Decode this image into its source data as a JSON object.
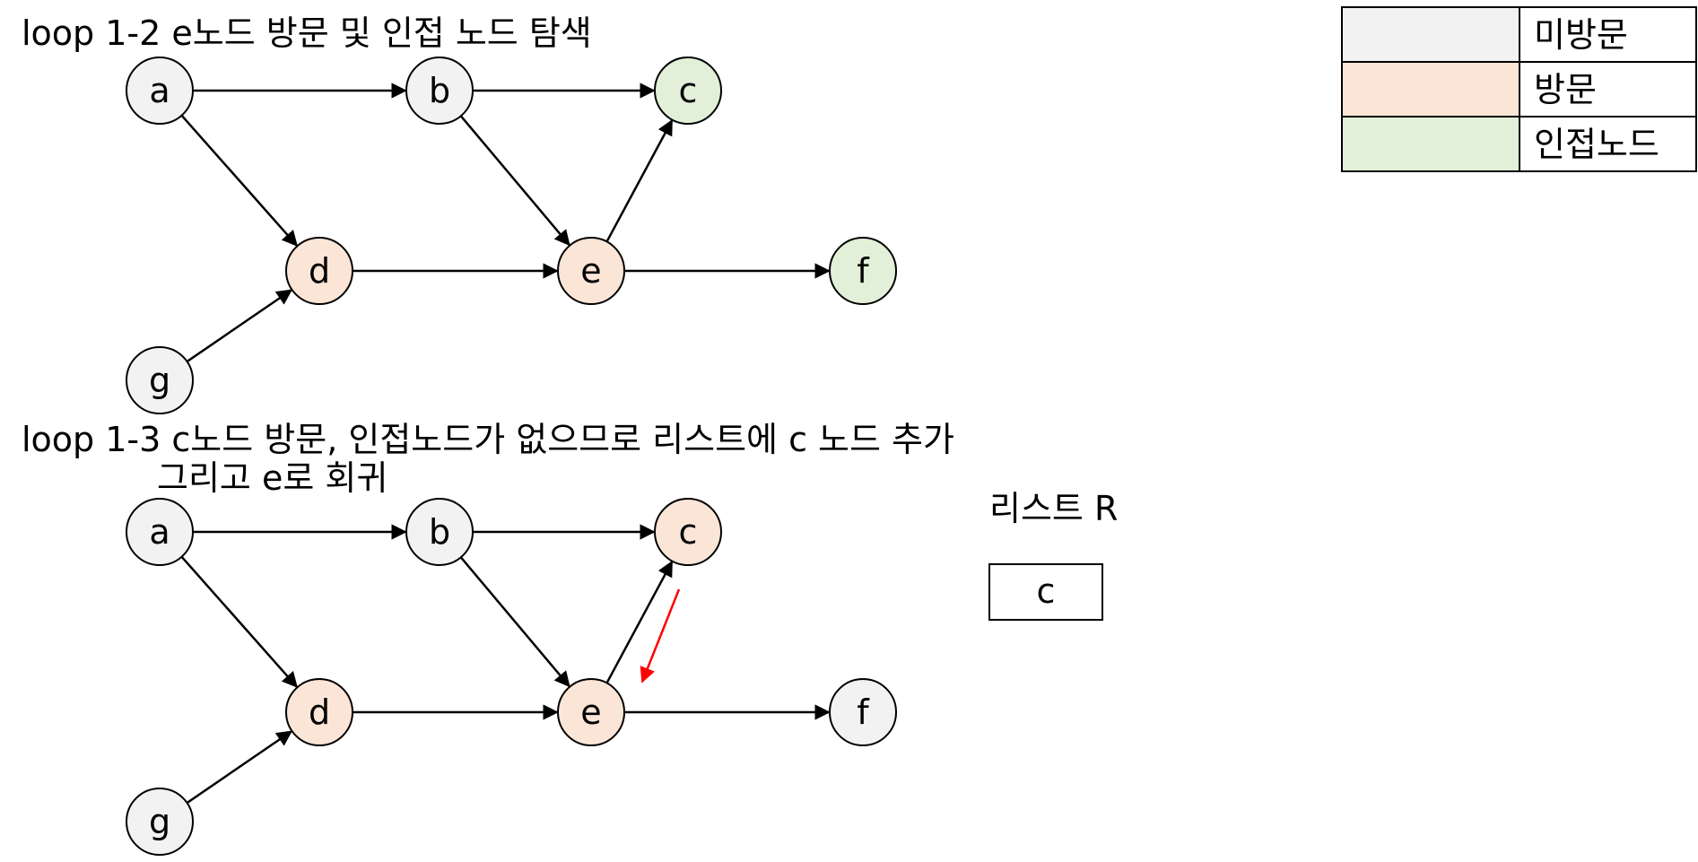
{
  "colors": {
    "unvisited": "#f2f2f2",
    "visited": "#fbe5d6",
    "adjacent": "#e2f0d9",
    "edge": "#000000",
    "return_arrow": "#ff0000"
  },
  "legend": [
    {
      "status": "unvisited",
      "label": "미방문"
    },
    {
      "status": "visited",
      "label": "방문"
    },
    {
      "status": "adjacent",
      "label": "인접노드"
    }
  ],
  "panels": [
    {
      "caption_lines": [
        "loop 1-2 e노드 방문 및 인접 노드 탐색"
      ],
      "nodes": [
        {
          "id": "a",
          "label": "a",
          "status": "unvisited"
        },
        {
          "id": "b",
          "label": "b",
          "status": "unvisited"
        },
        {
          "id": "c",
          "label": "c",
          "status": "adjacent"
        },
        {
          "id": "d",
          "label": "d",
          "status": "visited"
        },
        {
          "id": "e",
          "label": "e",
          "status": "visited"
        },
        {
          "id": "f",
          "label": "f",
          "status": "adjacent"
        },
        {
          "id": "g",
          "label": "g",
          "status": "unvisited"
        }
      ],
      "edges": [
        [
          "a",
          "b"
        ],
        [
          "b",
          "c"
        ],
        [
          "a",
          "d"
        ],
        [
          "b",
          "e"
        ],
        [
          "e",
          "c"
        ],
        [
          "d",
          "e"
        ],
        [
          "e",
          "f"
        ],
        [
          "g",
          "d"
        ]
      ],
      "return_arrow": null,
      "list": null
    },
    {
      "caption_lines": [
        "loop 1-3 c노드 방문, 인접노드가 없으므로 리스트에 c 노드 추가",
        "그리고 e로 회귀"
      ],
      "nodes": [
        {
          "id": "a",
          "label": "a",
          "status": "unvisited"
        },
        {
          "id": "b",
          "label": "b",
          "status": "unvisited"
        },
        {
          "id": "c",
          "label": "c",
          "status": "visited"
        },
        {
          "id": "d",
          "label": "d",
          "status": "visited"
        },
        {
          "id": "e",
          "label": "e",
          "status": "visited"
        },
        {
          "id": "f",
          "label": "f",
          "status": "unvisited"
        },
        {
          "id": "g",
          "label": "g",
          "status": "unvisited"
        }
      ],
      "edges": [
        [
          "a",
          "b"
        ],
        [
          "b",
          "c"
        ],
        [
          "a",
          "d"
        ],
        [
          "b",
          "e"
        ],
        [
          "e",
          "c"
        ],
        [
          "d",
          "e"
        ],
        [
          "e",
          "f"
        ],
        [
          "g",
          "d"
        ]
      ],
      "return_arrow": {
        "from": "c",
        "to": "e"
      },
      "list": {
        "title": "리스트 R",
        "items": [
          "c"
        ]
      }
    }
  ]
}
